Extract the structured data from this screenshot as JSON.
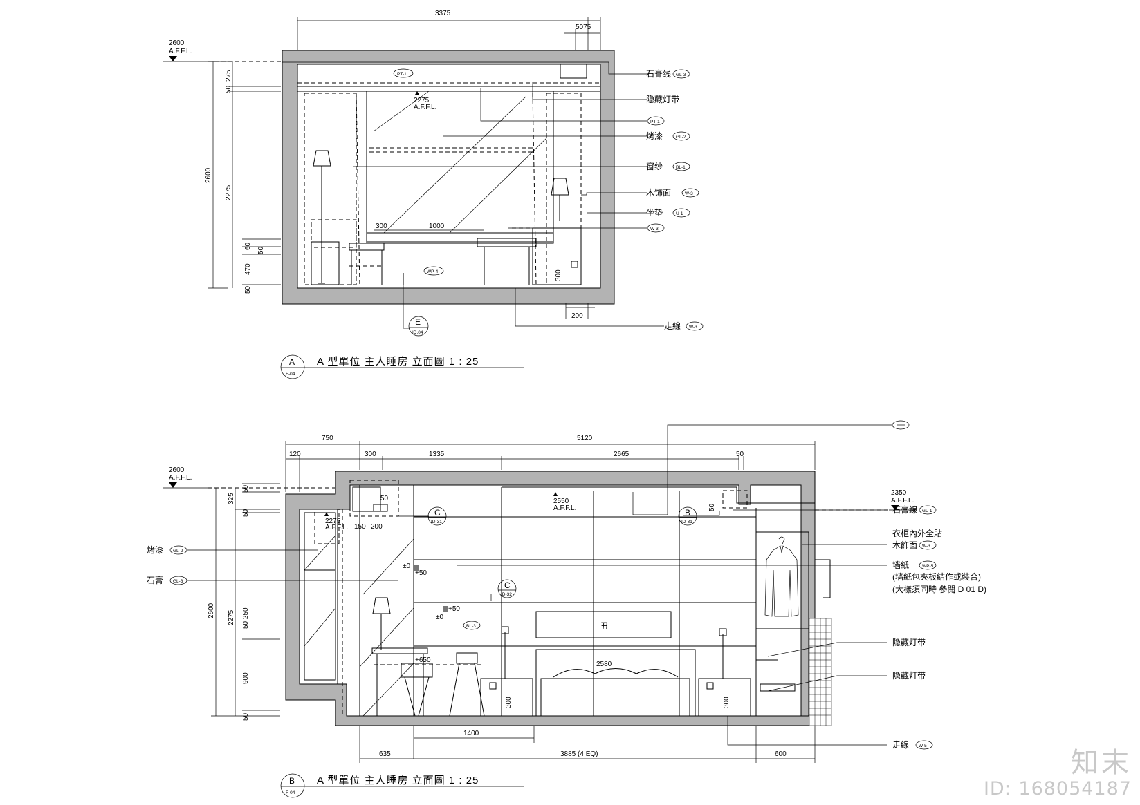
{
  "elevation_a": {
    "dims_top": {
      "overall": "3375",
      "right": "5075"
    },
    "level_mark": {
      "value": "2600",
      "ref": "A.F.F.L."
    },
    "dims_left": {
      "total": "2600",
      "seg_275": "275",
      "seg_50_top": "50",
      "seg_2275": "2275",
      "seg_60": "60",
      "seg_50_mid": "50",
      "seg_470": "470",
      "seg_50_bot": "50"
    },
    "ceiling_tag": "PT-1",
    "ceiling_level": {
      "value": "2275",
      "ref": "A.F.F.L."
    },
    "inner_dims": {
      "d300": "300",
      "d1000": "1000",
      "d300_vert": "300",
      "d200": "200"
    },
    "floor_tag": "WP-4",
    "section_marker": {
      "letter": "E",
      "sheet": "ID.04"
    },
    "callouts": [
      {
        "label": "石膏线",
        "tag": "GL-3"
      },
      {
        "label": "隐藏灯带",
        "tag": ""
      },
      {
        "label": "",
        "tag": "PT-1"
      },
      {
        "label": "烤漆",
        "tag": "GL-2"
      },
      {
        "label": "窗纱",
        "tag": "BL-1"
      },
      {
        "label": "木饰面",
        "tag": "W-3"
      },
      {
        "label": "坐垫",
        "tag": "U-1"
      },
      {
        "label": "",
        "tag": "W-3"
      }
    ],
    "skirting": {
      "label": "走線",
      "tag": "W-3"
    },
    "title": {
      "letter": "A",
      "sheet": "F-04",
      "text": "A 型單位  主人睡房  立面圖   1 : 25"
    }
  },
  "elevation_b": {
    "dims_top": {
      "d750": "750",
      "d5120": "5120",
      "d120": "120",
      "d300": "300",
      "d1335": "1335",
      "d2665": "2665",
      "d50": "50"
    },
    "level_left": {
      "value": "2600",
      "ref": "A.F.F.L."
    },
    "level_right": {
      "value": "2350",
      "ref": "A.F.F.L."
    },
    "ceiling_level": {
      "value": "2550",
      "ref": "A.F.F.L."
    },
    "window_level": {
      "value": "2275",
      "ref": "A.F.F.L."
    },
    "dims_left": {
      "total": "2600",
      "seg_2275": "2275",
      "seg_325": "325",
      "seg_50a": "50",
      "seg_50b": "50",
      "seg_250": "50 250",
      "seg_900": "900",
      "seg_50c": "50"
    },
    "inner_dims": {
      "d50a": "50",
      "d150": "150",
      "d200": "200",
      "d50b": "50",
      "pm0a": "±0",
      "p50a": "+50",
      "pm0b": "±0",
      "p50b": "+50",
      "p650": "+650",
      "d2580": "2580",
      "d300a": "300",
      "d300b": "300"
    },
    "tag_bl3": "BL-3",
    "markers": [
      {
        "letter": "C",
        "sheet": "ID-31"
      },
      {
        "letter": "B",
        "sheet": "ID-31"
      },
      {
        "letter": "C",
        "sheet": "ID-32"
      }
    ],
    "headboard_mark": "丑",
    "left_callouts": [
      {
        "label": "烤漆",
        "tag": "GL-2"
      },
      {
        "label": "石膏",
        "tag": "GL-3"
      }
    ],
    "right_callouts": [
      {
        "label": "石膏線",
        "tag": "GL-1"
      },
      {
        "label": "衣柜內外全貼",
        "tag": ""
      },
      {
        "label": "木飾面",
        "tag": "W-3"
      },
      {
        "label": "墙紙",
        "tag": "WP-5"
      },
      {
        "label": "(墙紙包夾板結作或裝合)",
        "tag": ""
      },
      {
        "label": "(大樣須同時  參閱 D 01 D)",
        "tag": ""
      },
      {
        "label": "隐藏灯带",
        "tag": ""
      },
      {
        "label": "隐藏灯带",
        "tag": ""
      },
      {
        "label": "走線",
        "tag": "W-5"
      }
    ],
    "dims_bottom": {
      "d1400": "1400",
      "d635": "635",
      "d3885": "3885 (4 EQ)",
      "d600": "600"
    },
    "title": {
      "letter": "B",
      "sheet": "F-04",
      "text": "A 型單位  主人睡房  立面圖   1 : 25"
    }
  },
  "watermark": {
    "logo": "知末",
    "id": "ID: 168054187"
  }
}
